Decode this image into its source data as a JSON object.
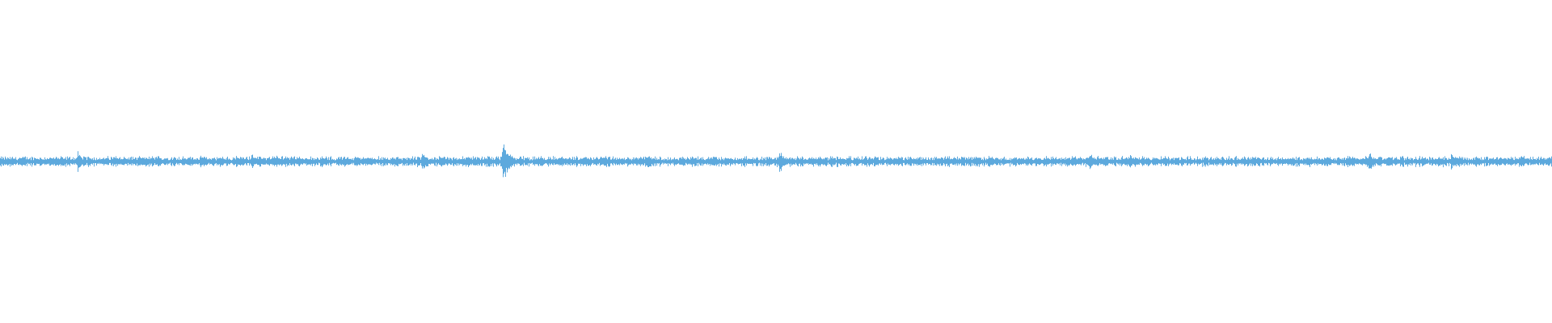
{
  "waveform": {
    "color": "#5DA9DD",
    "background": "#FFFFFF",
    "baseline_amplitude": 0.012,
    "peaks": [
      {
        "position": 0.05,
        "amplitude": 0.035
      },
      {
        "position": 0.162,
        "amplitude": 0.03
      },
      {
        "position": 0.272,
        "amplitude": 0.038
      },
      {
        "position": 0.324,
        "amplitude": 0.085
      },
      {
        "position": 0.417,
        "amplitude": 0.032
      },
      {
        "position": 0.502,
        "amplitude": 0.042
      },
      {
        "position": 0.702,
        "amplitude": 0.03
      },
      {
        "position": 0.728,
        "amplitude": 0.028
      },
      {
        "position": 0.882,
        "amplitude": 0.034
      },
      {
        "position": 0.935,
        "amplitude": 0.03
      }
    ]
  }
}
